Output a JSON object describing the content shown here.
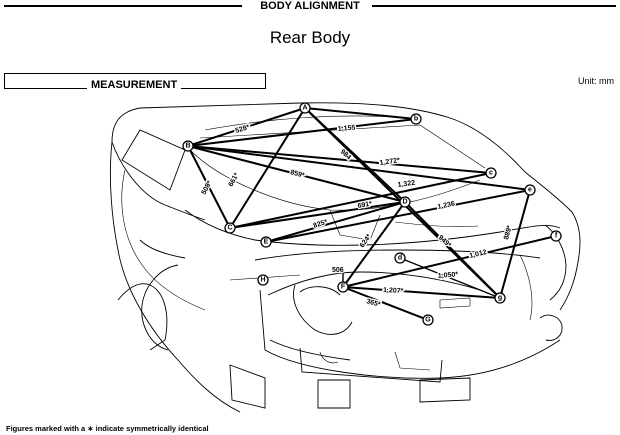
{
  "header": {
    "section_title": "BODY ALIGNMENT",
    "page_title": "Rear Body"
  },
  "measurement": {
    "label": "MEASUREMENT",
    "unit": "Unit: mm"
  },
  "footnote": "Figures marked with a ∗ indicate symmetrically identical",
  "points": {
    "A": "A",
    "B": "B",
    "b": "b",
    "C": "C",
    "c": "c",
    "D": "D",
    "d": "d",
    "E": "E",
    "e": "e",
    "F": "F",
    "f": "f",
    "G": "G",
    "g": "g",
    "H": "H"
  },
  "dimensions": {
    "A_B": "528*",
    "A_b": "1,155",
    "A_D": "984",
    "B_c": "1,272*",
    "B_C": "508*",
    "B_D": "661*",
    "B_d": "859*",
    "B_d2": "1,322",
    "C_D": "691*",
    "E_D": "825*",
    "E_f": "1,236",
    "A_G": "949*",
    "D_F": "624*",
    "F_x": "506",
    "e_G": "889*",
    "F_f": "1,012",
    "F_G": "1,050*",
    "F_Gb": "1,207*",
    "F_g": "365*"
  }
}
